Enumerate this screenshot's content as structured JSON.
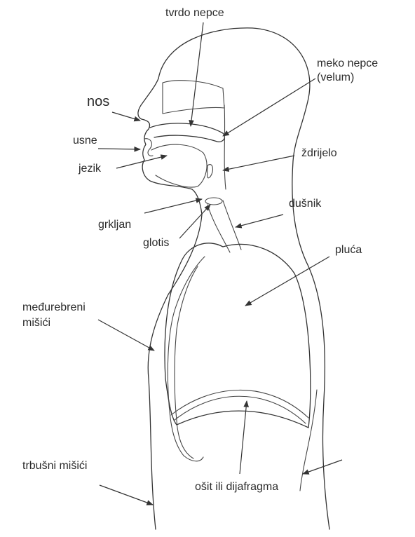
{
  "labels": {
    "tvrdo_nepce": "tvrdo nepce",
    "meko_nepce": "meko nepce",
    "velum": "(velum)",
    "nos": "nos",
    "usne": "usne",
    "jezik": "jezik",
    "zdrijelo": "ždrijelo",
    "dusnik": "dušnik",
    "grkljan": "grkljan",
    "glotis": "glotis",
    "pluca": "pluća",
    "medurebreni": "međurebreni",
    "misici": "mišići",
    "trbusni_misici": "trbušni mišići",
    "osit": "ošit ili dijafragma"
  }
}
